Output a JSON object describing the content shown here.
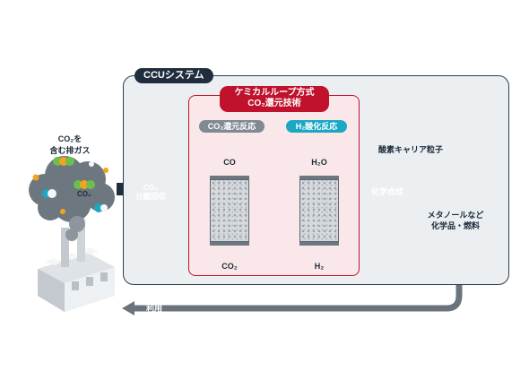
{
  "ccu_label": "CCUシステム",
  "loop_title_line1": "ケミカルループ方式",
  "loop_title_line2": "CO₂還元技術",
  "reduction_label": "CO₂還元反応",
  "oxidation_label": "H₂酸化反応",
  "co_label": "CO",
  "h2o_label": "H₂O",
  "co2_bottom_label": "CO₂",
  "h2_label": "H₂",
  "exhaust_line1": "CO₂を",
  "exhaust_line2": "含む排ガス",
  "cloud_co2_label": "CO₂",
  "separation_line1": "CO₂",
  "separation_line2": "分離回収",
  "carrier_label": "酸素キャリア粒子",
  "synthesis_label": "化学合成",
  "product_line1": "メタノールなど",
  "product_line2": "化学品・燃料",
  "usage_label": "利用",
  "colors": {
    "navy": "#1f2d3d",
    "red": "#c0122c",
    "teal": "#1aa8c4",
    "gray": "#7f8a93",
    "orange": "#f2a51c",
    "green": "#6dbf4b"
  }
}
